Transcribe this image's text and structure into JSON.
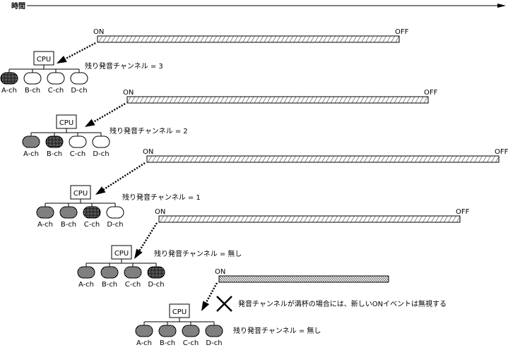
{
  "title": "MIDI発音チャンネル割り当てとONイベントのタイムライン",
  "timeline": {
    "label": "時間",
    "arrow": "right"
  },
  "colors": {
    "stroke": "#000000",
    "background": "#ffffff",
    "channel_active_old": "#9a9a9a",
    "channel_active_new": "#333333",
    "channel_free": "#ffffff",
    "bar_hatch": "#000000",
    "bar_rejected_fill": "#444444"
  },
  "cpu_label": "CPU",
  "channel_labels": [
    "A-ch",
    "B-ch",
    "C-ch",
    "D-ch"
  ],
  "events": [
    {
      "on_label": "ON",
      "off_label": "OFF",
      "rejected": false
    },
    {
      "on_label": "ON",
      "off_label": "OFF",
      "rejected": false
    },
    {
      "on_label": "ON",
      "off_label": "OFF",
      "rejected": false
    },
    {
      "on_label": "ON",
      "off_label": "OFF",
      "rejected": false
    },
    {
      "on_label": "ON",
      "off_label": "",
      "rejected": true
    }
  ],
  "groups": [
    {
      "remaining_label": "残り発音チャンネル = 3",
      "channels": [
        "new",
        "free",
        "free",
        "free"
      ]
    },
    {
      "remaining_label": "残り発音チャンネル = 2",
      "channels": [
        "old",
        "new",
        "free",
        "free"
      ]
    },
    {
      "remaining_label": "残り発音チャンネル = 1",
      "channels": [
        "old",
        "old",
        "new",
        "free"
      ]
    },
    {
      "remaining_label": "残り発音チャンネル = 無し",
      "channels": [
        "old",
        "old",
        "old",
        "new"
      ]
    },
    {
      "remaining_label": "残り発音チャンネル = 無し",
      "channels": [
        "old",
        "old",
        "old",
        "old"
      ]
    }
  ],
  "rejection": {
    "icon": "x-mark-icon",
    "note": "発音チャンネルが満杯の場合には、新しいONイベントは無視する"
  }
}
